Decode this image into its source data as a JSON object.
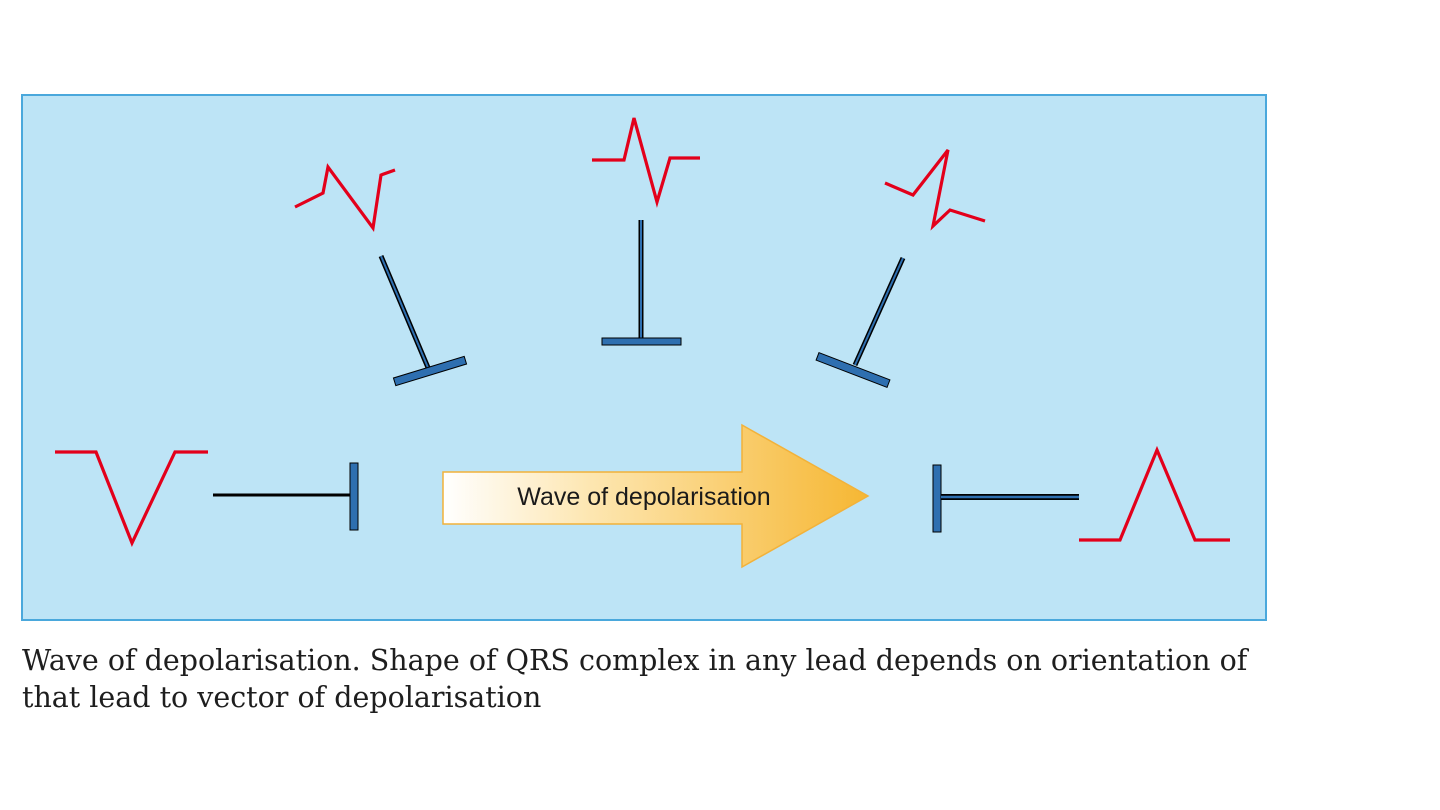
{
  "figure": {
    "arrow_label": "Wave of depolarisation",
    "caption": "Wave of depolarisation. Shape of QRS complex in any lead depends on orientation of that lead to vector of depolarisation"
  },
  "colors": {
    "panel_fill": "#bde4f6",
    "panel_border": "#4aa8dc",
    "waveform": "#e3001b",
    "electrode": "#2e6fb0",
    "arrow_fill": "#f7bd3e"
  },
  "leads": [
    {
      "name": "lead-left",
      "qrs": "negative"
    },
    {
      "name": "lead-upper-left",
      "qrs": "predominantly negative"
    },
    {
      "name": "lead-top",
      "qrs": "biphasic"
    },
    {
      "name": "lead-upper-right",
      "qrs": "predominantly positive"
    },
    {
      "name": "lead-right",
      "qrs": "positive"
    }
  ]
}
